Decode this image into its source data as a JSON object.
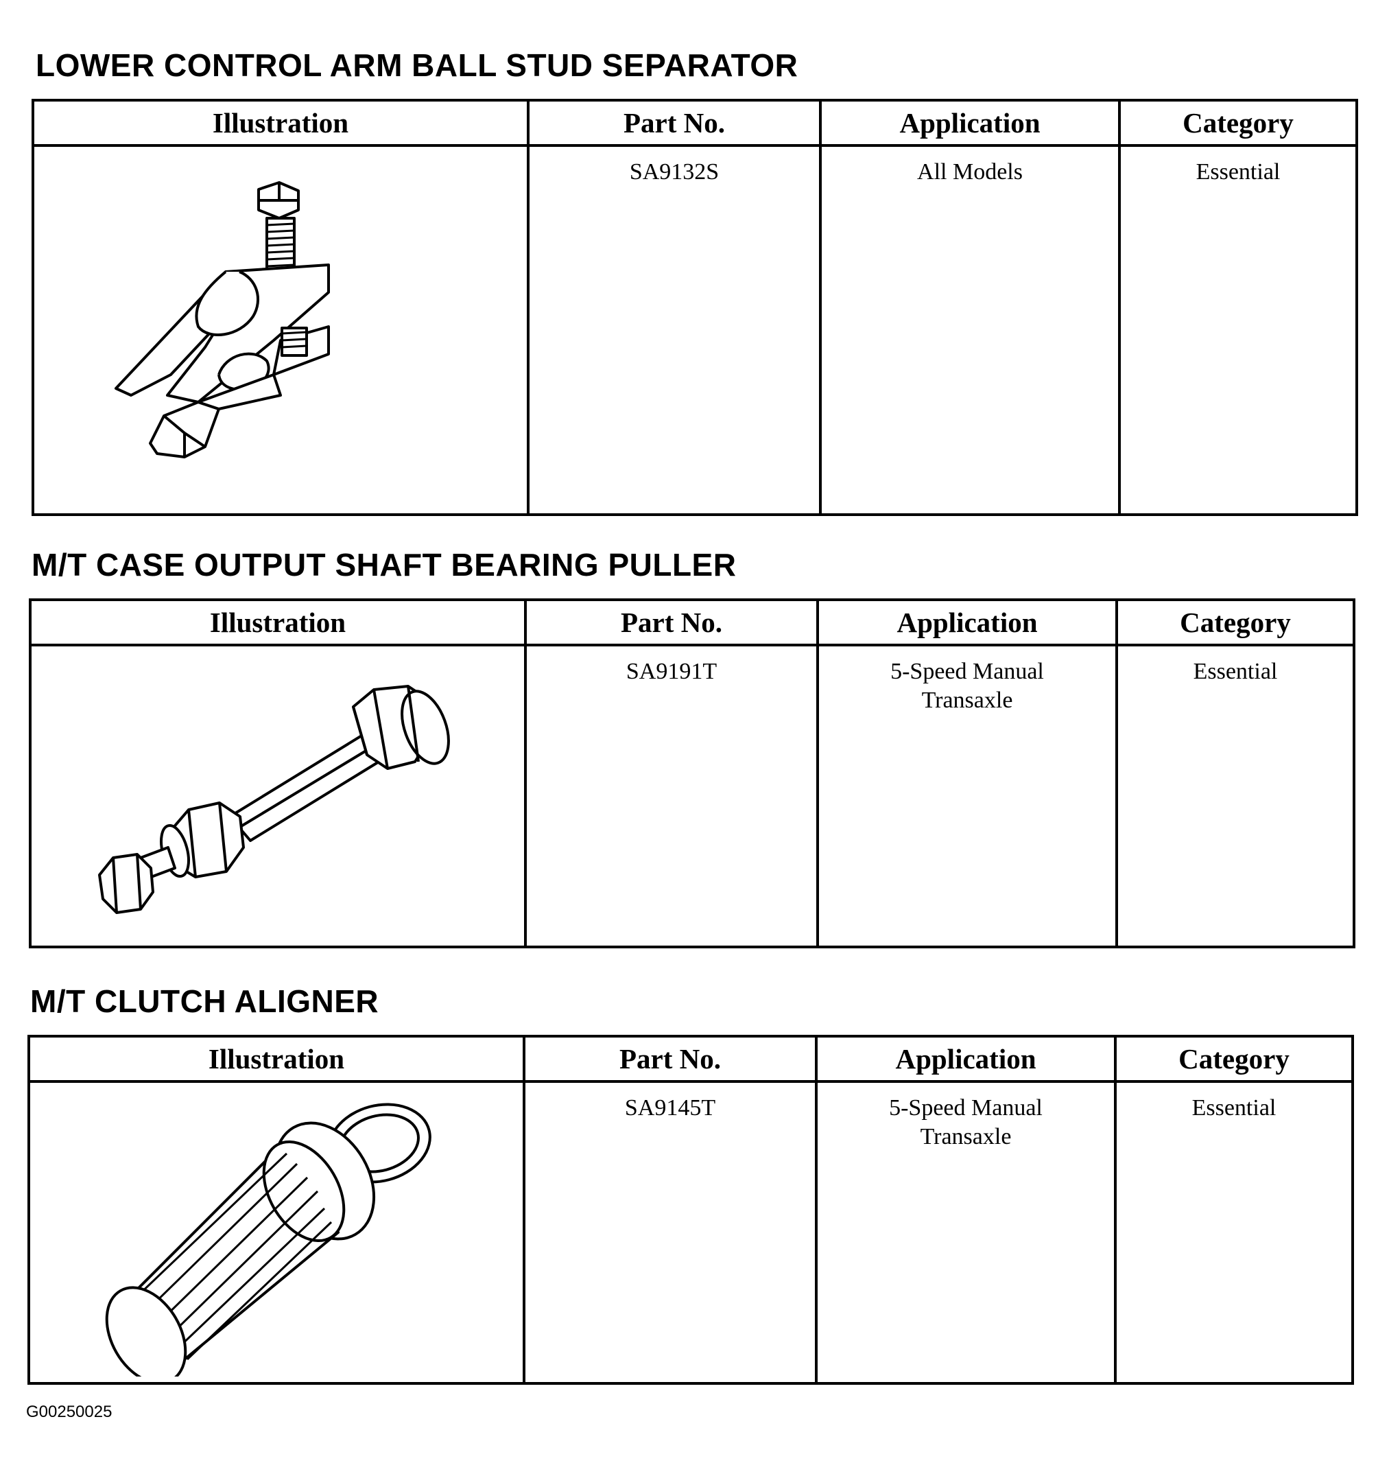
{
  "headers": {
    "illustration": "Illustration",
    "part_no": "Part No.",
    "application": "Application",
    "category": "Category"
  },
  "tools": [
    {
      "title": "LOWER CONTROL ARM BALL STUD SEPARATOR",
      "part_no": "SA9132S",
      "application": [
        "All Models"
      ],
      "category": "Essential",
      "icon": "ball-stud-separator-illustration"
    },
    {
      "title": "M/T CASE OUTPUT SHAFT BEARING PULLER",
      "part_no": "SA9191T",
      "application": [
        "5-Speed Manual",
        "Transaxle"
      ],
      "category": "Essential",
      "icon": "bearing-puller-illustration"
    },
    {
      "title": "M/T CLUTCH ALIGNER",
      "part_no": "SA9145T",
      "application": [
        "5-Speed Manual",
        "Transaxle"
      ],
      "category": "Essential",
      "icon": "clutch-aligner-illustration"
    }
  ],
  "figure_id": "G00250025"
}
